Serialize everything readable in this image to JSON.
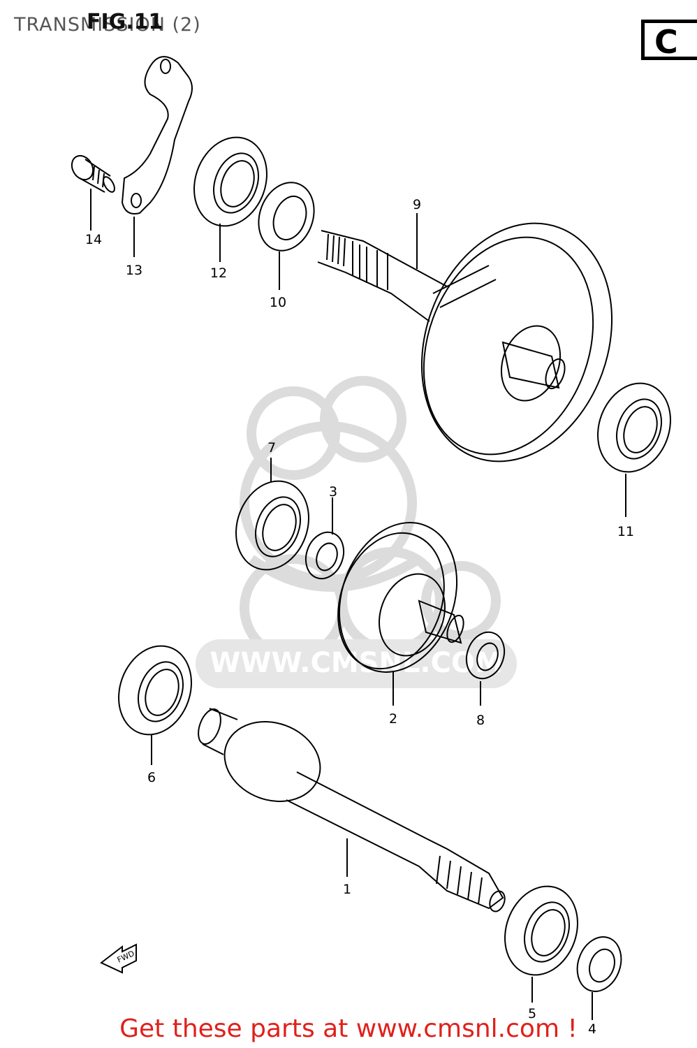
{
  "header": {
    "title": "TRANSMISSION (2)",
    "figure": "FIG.11",
    "section_code": "C"
  },
  "watermark": {
    "url": "WWW.CMSNL.COM"
  },
  "fwd_arrow": {
    "label": "FWD"
  },
  "callouts": [
    {
      "id": "14",
      "label": "14"
    },
    {
      "id": "13",
      "label": "13"
    },
    {
      "id": "12",
      "label": "12"
    },
    {
      "id": "10",
      "label": "10"
    },
    {
      "id": "9",
      "label": "9"
    },
    {
      "id": "11",
      "label": "11"
    },
    {
      "id": "7",
      "label": "7"
    },
    {
      "id": "3",
      "label": "3"
    },
    {
      "id": "2",
      "label": "2"
    },
    {
      "id": "8",
      "label": "8"
    },
    {
      "id": "6",
      "label": "6"
    },
    {
      "id": "1",
      "label": "1"
    },
    {
      "id": "5",
      "label": "5"
    },
    {
      "id": "4",
      "label": "4"
    }
  ],
  "footer": {
    "text": "Get these parts at www.cmsnl.com !"
  },
  "colors": {
    "line": "#000000",
    "watermark": "#dcdcdc",
    "footer": "#e0201b"
  }
}
